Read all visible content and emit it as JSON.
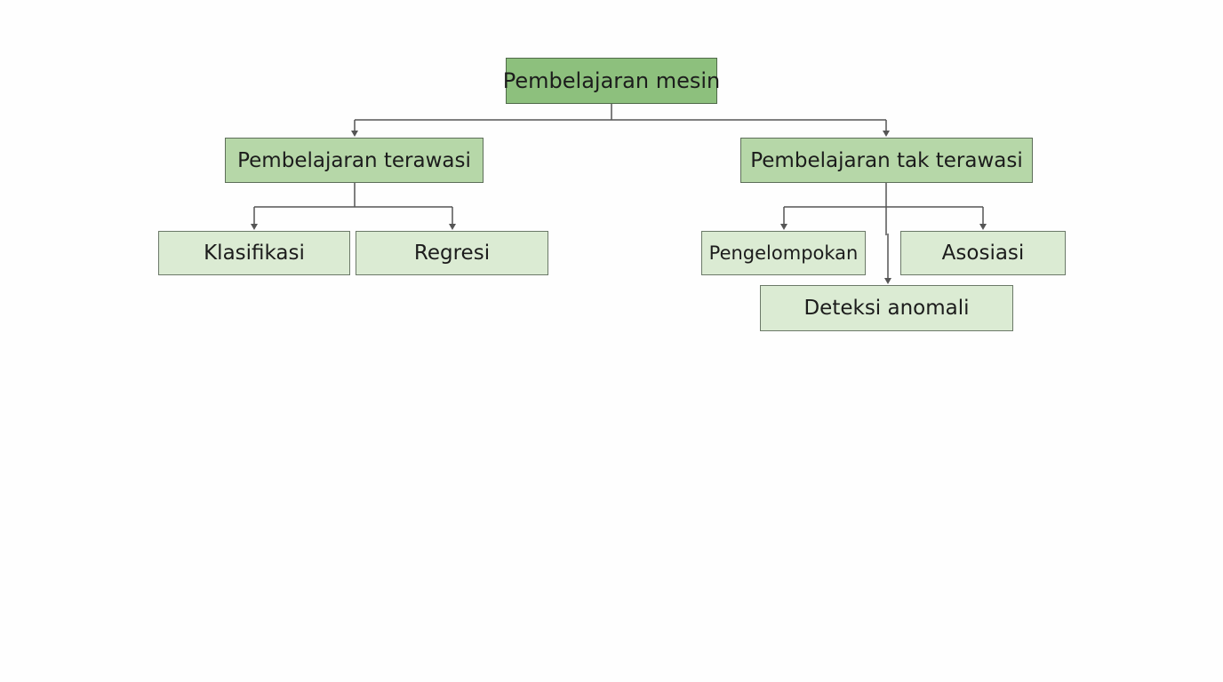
{
  "diagram": {
    "root": {
      "label": "Pembelajaran mesin"
    },
    "supervised": {
      "label": "Pembelajaran terawasi"
    },
    "unsupervised": {
      "label": "Pembelajaran tak terawasi"
    },
    "supervised_children": [
      {
        "label": "Klasifikasi"
      },
      {
        "label": "Regresi"
      }
    ],
    "unsupervised_children": [
      {
        "label": "Pengelompokan"
      },
      {
        "label": "Asosiasi"
      },
      {
        "label": "Deteksi anomali"
      }
    ]
  },
  "colors": {
    "root_fill": "#8dc07d",
    "level1_fill": "#b6d7a8",
    "leaf_fill": "#dbebd3",
    "connector": "#555555"
  }
}
